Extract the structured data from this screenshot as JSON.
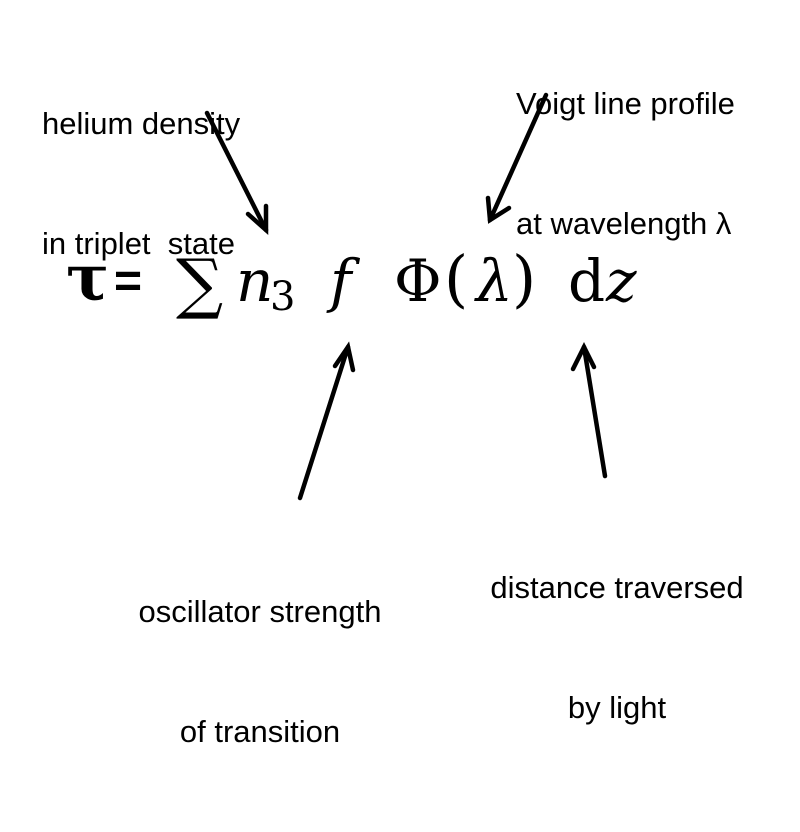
{
  "annotations": {
    "helium": {
      "line1": "helium density",
      "line2": "in triplet  state"
    },
    "voigt": {
      "line1": "Voigt line profile",
      "line2": "at wavelength λ"
    },
    "oscillator": {
      "line1": "oscillator strength",
      "line2": "of transition"
    },
    "distance": {
      "line1": "distance traversed",
      "line2": "by light"
    }
  },
  "equation": {
    "tau": "τ",
    "equals": "=",
    "sum": "∑",
    "n": "n",
    "n_subscript": "3",
    "f": "f",
    "phi": "Φ",
    "open_paren": "(",
    "lambda": "λ",
    "close_paren": ")",
    "d": "d",
    "z": "z"
  },
  "colors": {
    "text": "#000000",
    "background": "#ffffff"
  }
}
